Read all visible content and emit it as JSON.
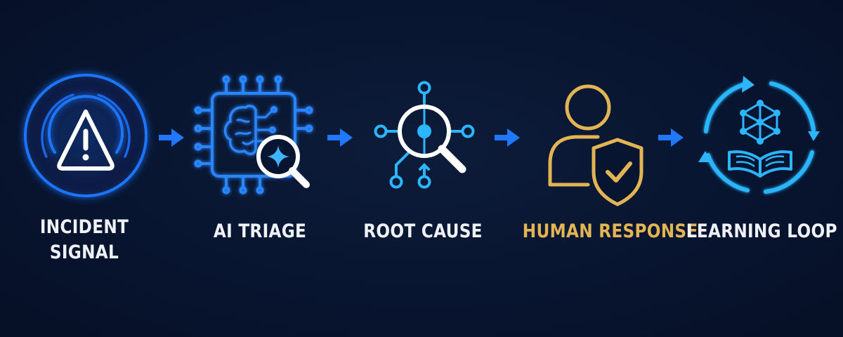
{
  "steps": [
    {
      "label_lines": [
        "INCIDENT",
        "SIGNAL"
      ],
      "icon": "alert-radar-icon"
    },
    {
      "label_lines": [
        "AI TRIAGE"
      ],
      "icon": "ai-chip-magnifier-icon"
    },
    {
      "label_lines": [
        "ROOT CAUSE"
      ],
      "icon": "root-cause-network-icon"
    },
    {
      "label_lines": [
        "HUMAN RESPONSE"
      ],
      "icon": "person-shield-icon"
    },
    {
      "label_lines": [
        "LEARNING LOOP"
      ],
      "icon": "learning-cycle-icon"
    }
  ],
  "colors": {
    "background": "#081530",
    "accent_blue": "#1f78ff",
    "cyan": "#2bb6ff",
    "gold": "#e3b454",
    "text": "#eef1f6"
  }
}
